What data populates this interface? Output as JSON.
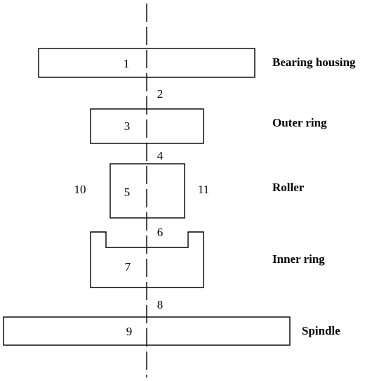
{
  "diagram": {
    "components": [
      {
        "id": "1",
        "name": "Bearing housing"
      },
      {
        "id": "3",
        "name": "Outer ring"
      },
      {
        "id": "5",
        "name": "Roller"
      },
      {
        "id": "7",
        "name": "Inner ring"
      },
      {
        "id": "9",
        "name": "Spindle"
      }
    ],
    "interfaces": [
      "2",
      "4",
      "6",
      "8"
    ],
    "side_markers": [
      "10",
      "11"
    ]
  }
}
